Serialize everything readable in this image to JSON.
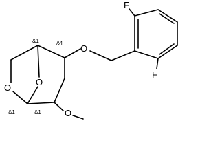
{
  "molecule": {
    "atoms": {
      "f_top": "F",
      "f_bottom": "F",
      "o_ether": "O",
      "o_ring": "O",
      "o_bridge": "O",
      "o_methoxy": "O"
    },
    "stereo_labels": {
      "c5": "&1",
      "c1": "&1",
      "c2": "&1",
      "c4": "&1"
    }
  }
}
